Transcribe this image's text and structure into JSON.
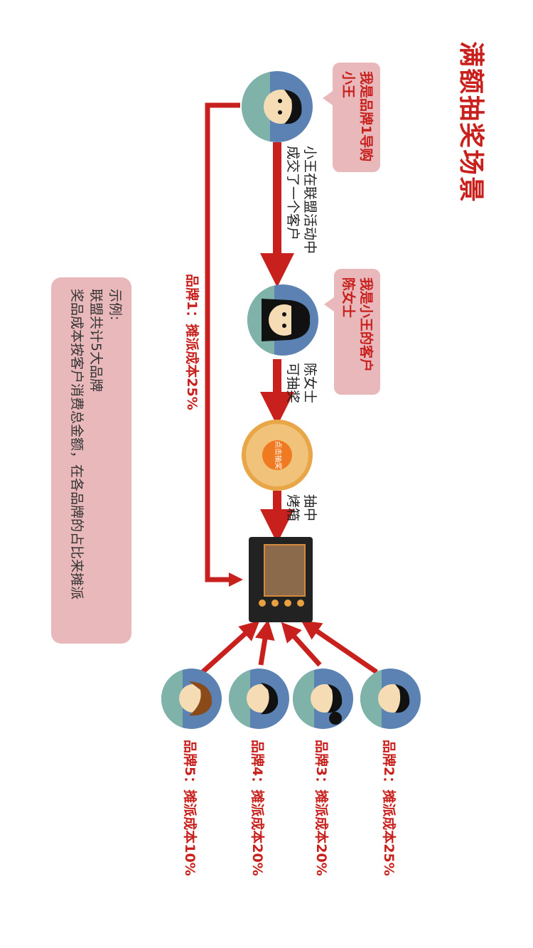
{
  "title": "满额抽奖场景",
  "bubble_1": {
    "line1": "我是品牌1导购",
    "line2": "小王"
  },
  "bubble_2": {
    "line1": "我是小王的客户",
    "line2": "陈女士"
  },
  "step_1": {
    "line1": "小王在联盟活动中",
    "line2": "成交了一个客户"
  },
  "step_2": {
    "line1": "陈女士",
    "line2": "可抽奖"
  },
  "step_3": {
    "line1": "抽中",
    "line2": "烤箱"
  },
  "wheel_label": "点击抽奖",
  "brand_1": "品牌1：摊派成本25%",
  "brands": [
    {
      "label": "品牌2：摊派成本25%"
    },
    {
      "label": "品牌3：摊派成本20%"
    },
    {
      "label": "品牌4：摊派成本20%"
    },
    {
      "label": "品牌5：摊派成本10%"
    }
  ],
  "example": {
    "line1": "示例:",
    "line2": "联盟共计5大品牌",
    "line3": "奖品成本按客户消费总金额，在各品牌的占比来摊派"
  },
  "colors": {
    "accent": "#c8201c",
    "bubble": "#e8b8bb",
    "avatar": "#5b82b3"
  }
}
